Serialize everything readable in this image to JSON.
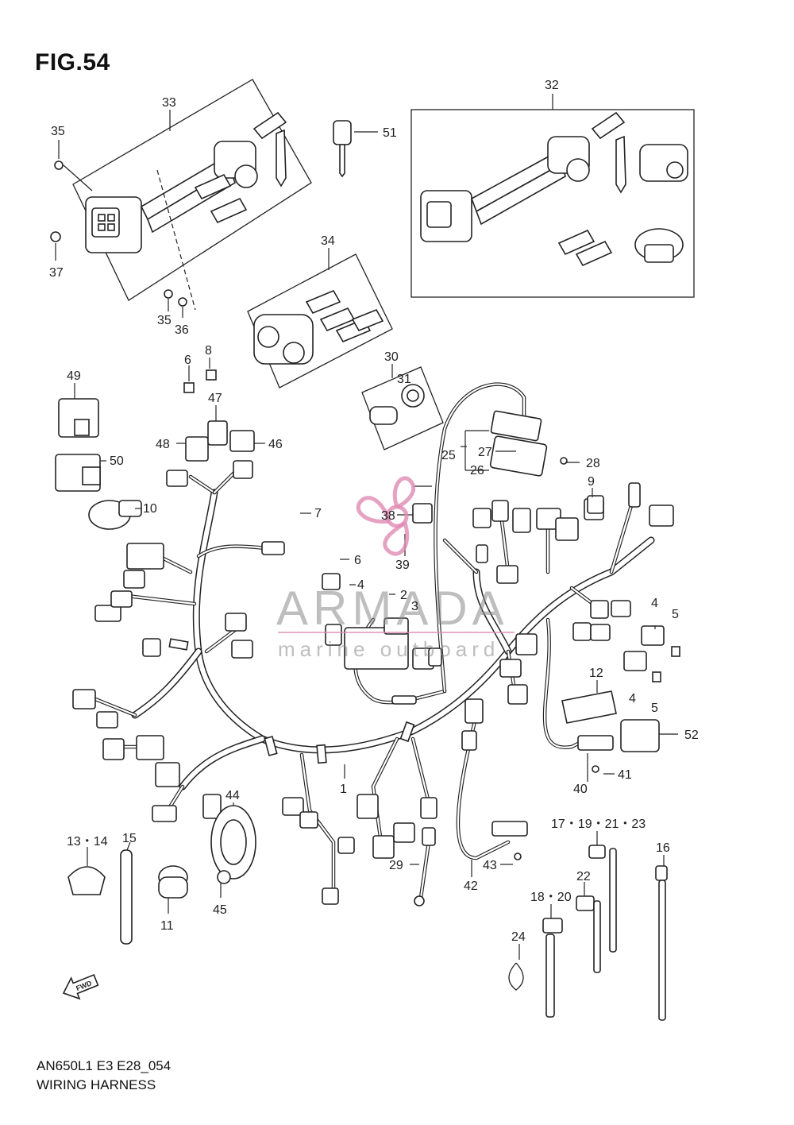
{
  "header": {
    "figure": "FIG.54"
  },
  "footer": {
    "code": "AN650L1 E3 E28_054",
    "caption": "WIRING HARNESS"
  },
  "watermark": {
    "brand": "ARMADA",
    "tagline": "marine outboard",
    "color": "#e08bb4"
  },
  "callouts": [
    "1",
    "2",
    "3",
    "4",
    "4",
    "4",
    "5",
    "5",
    "6",
    "6",
    "7",
    "8",
    "9",
    "10",
    "11",
    "12",
    "13・14",
    "15",
    "16",
    "17・19・21・23",
    "18・20",
    "22",
    "24",
    "25",
    "26",
    "27",
    "28",
    "29",
    "30",
    "31",
    "32",
    "33",
    "34",
    "35",
    "35",
    "36",
    "37",
    "38",
    "39",
    "40",
    "41",
    "42",
    "43",
    "44",
    "45",
    "46",
    "47",
    "48",
    "49",
    "50",
    "51",
    "52"
  ],
  "icons": {
    "forward": "fwd-arrow-icon"
  },
  "fwd_label": "FWD"
}
